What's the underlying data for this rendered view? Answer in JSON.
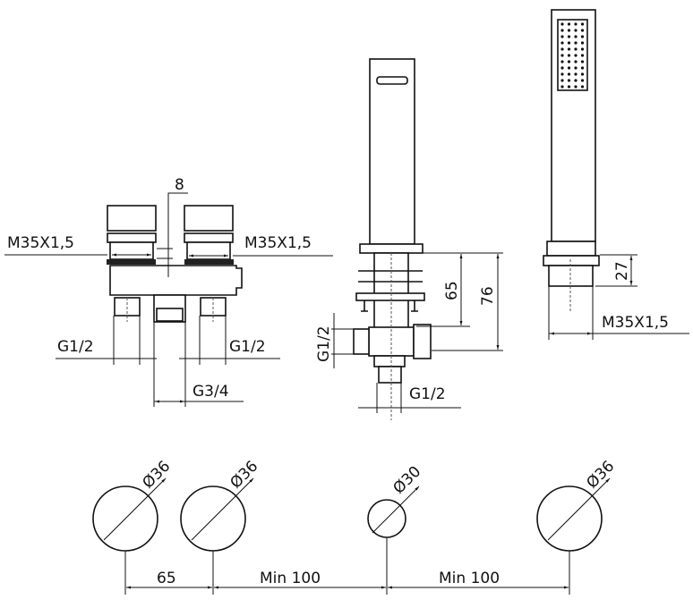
{
  "valve_block": {
    "thread_left": "M35X1,5",
    "thread_right": "M35X1,5",
    "spacing": "8",
    "outlet_left": "G1/2",
    "outlet_right": "G1/2",
    "outlet_center": "G3/4"
  },
  "spout": {
    "inlet_side": "G1/2",
    "inlet_bottom": "G1/2",
    "height_a": "65",
    "height_b": "76"
  },
  "hand_shower": {
    "holder_height": "27",
    "thread": "M35X1,5"
  },
  "holes": {
    "diameters": [
      "Ø36",
      "Ø36",
      "Ø30",
      "Ø36"
    ],
    "spacings": [
      "65",
      "Min 100",
      "Min 100"
    ]
  }
}
